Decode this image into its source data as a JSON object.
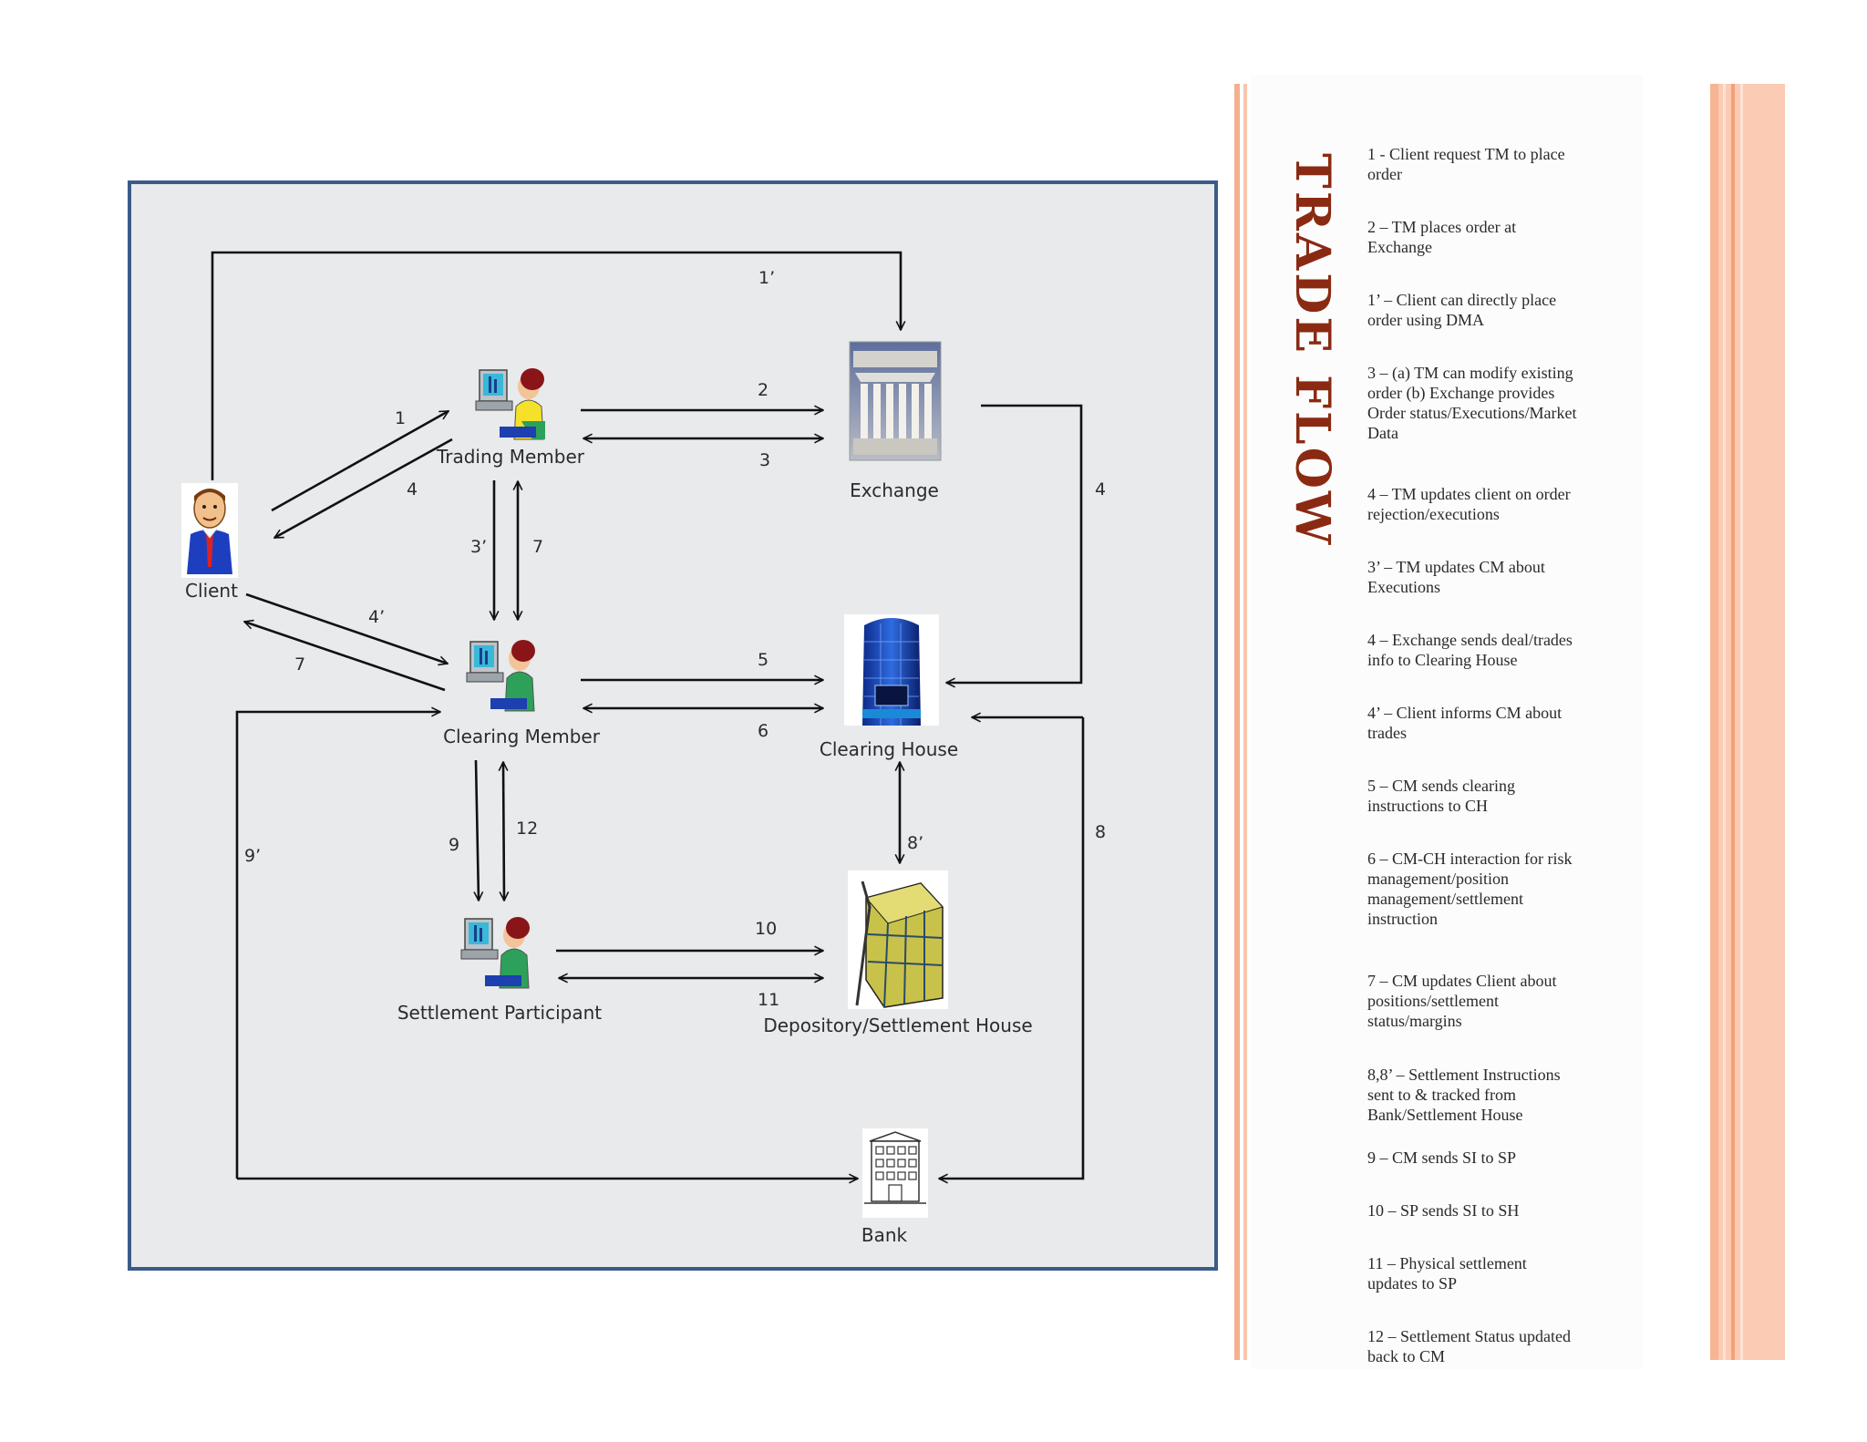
{
  "title": "TRADE FLOW",
  "nodes": {
    "client": "Client",
    "trading_member": "Trading Member",
    "exchange": "Exchange",
    "clearing_member": "Clearing Member",
    "clearing_house": "Clearing House",
    "settlement_participant": "Settlement Participant",
    "depository": "Depository/Settlement House",
    "bank": "Bank"
  },
  "edges": {
    "e1p": "1’",
    "e1": "1",
    "e4a": "4",
    "e2": "2",
    "e3": "3",
    "e4b": "4",
    "e3p": "3’",
    "e7a": "7",
    "e4p": "4’",
    "e7b": "7",
    "e5": "5",
    "e6": "6",
    "e9": "9",
    "e12": "12",
    "e9p": "9’",
    "e8p": "8’",
    "e8": "8",
    "e10": "10",
    "e11": "11"
  },
  "legend": [
    "1 - Client request TM to place\norder",
    "2 – TM places order at\nExchange",
    "1’ – Client can directly place\norder using DMA",
    "3 – (a) TM can modify existing\norder (b) Exchange provides\nOrder status/Executions/Market\nData",
    "4 – TM updates client on order\nrejection/executions",
    "3’ – TM updates CM about\nExecutions",
    "4 – Exchange sends deal/trades\ninfo to Clearing House",
    "4’ – Client informs CM about\ntrades",
    "5 – CM sends clearing\ninstructions to CH",
    "6 – CM-CH interaction for risk\nmanagement/position\nmanagement/settlement\ninstruction",
    "7 – CM updates Client about\npositions/settlement\nstatus/margins",
    "8,8’ – Settlement Instructions\nsent  to & tracked from\nBank/Settlement House",
    "9 – CM sends SI to SP",
    "10 – SP sends SI to SH",
    "11 – Physical settlement\nupdates to SP",
    "12 – Settlement Status updated\nback to CM"
  ],
  "icons": {
    "client": "client-person-icon",
    "trading_member": "trader-computer-icon",
    "exchange": "stock-exchange-building-icon",
    "clearing_member": "trader-computer-icon",
    "clearing_house": "clearing-house-tower-icon",
    "settlement_participant": "trader-computer-icon",
    "depository": "depository-building-icon",
    "bank": "bank-building-icon"
  },
  "colors": {
    "panel_border": "#3b5b8a",
    "panel_fill": "#e9eaeb",
    "title": "#8b2a12",
    "accent_stripes": "#f4b08f"
  }
}
